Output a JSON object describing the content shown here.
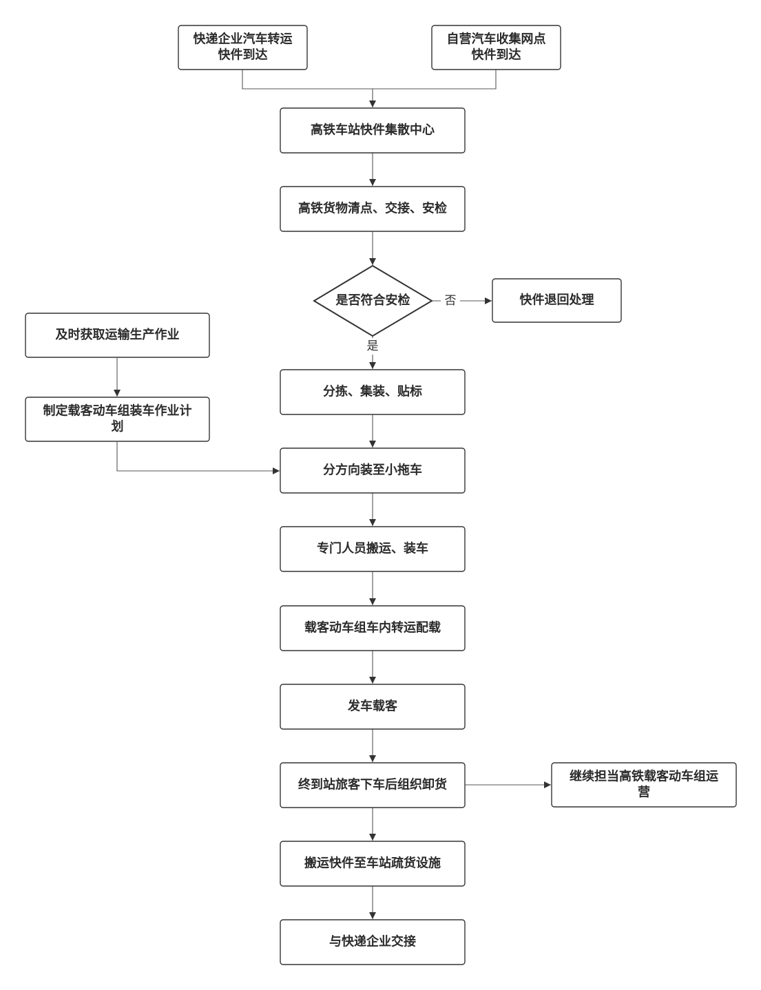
{
  "nodes": {
    "n1": {
      "lines": [
        "快递企业汽车转运",
        "快件到达"
      ]
    },
    "n2": {
      "lines": [
        "自营汽车收集网点",
        "快件到达"
      ]
    },
    "n3": {
      "lines": [
        "高铁车站快件集散中心"
      ]
    },
    "n4": {
      "lines": [
        "高铁货物清点、交接、安检"
      ]
    },
    "n5": {
      "lines": [
        "是否符合安检"
      ]
    },
    "n6": {
      "lines": [
        "快件退回处理"
      ]
    },
    "n7": {
      "lines": [
        "及时获取运输生产作业"
      ]
    },
    "n8": {
      "lines": [
        "制定载客动车组装车作业计",
        "划"
      ]
    },
    "n9": {
      "lines": [
        "分拣、集装、贴标"
      ]
    },
    "n10": {
      "lines": [
        "分方向装至小拖车"
      ]
    },
    "n11": {
      "lines": [
        "专门人员搬运、装车"
      ]
    },
    "n12": {
      "lines": [
        "载客动车组车内转运配载"
      ]
    },
    "n13": {
      "lines": [
        "发车载客"
      ]
    },
    "n14": {
      "lines": [
        "终到站旅客下车后组织卸货"
      ]
    },
    "n15": {
      "lines": [
        "继续担当高铁载客动车组运",
        "营"
      ]
    },
    "n16": {
      "lines": [
        "搬运快件至车站疏货设施"
      ]
    },
    "n17": {
      "lines": [
        "与快递企业交接"
      ]
    }
  },
  "edge_labels": {
    "no": "否",
    "yes": "是"
  }
}
